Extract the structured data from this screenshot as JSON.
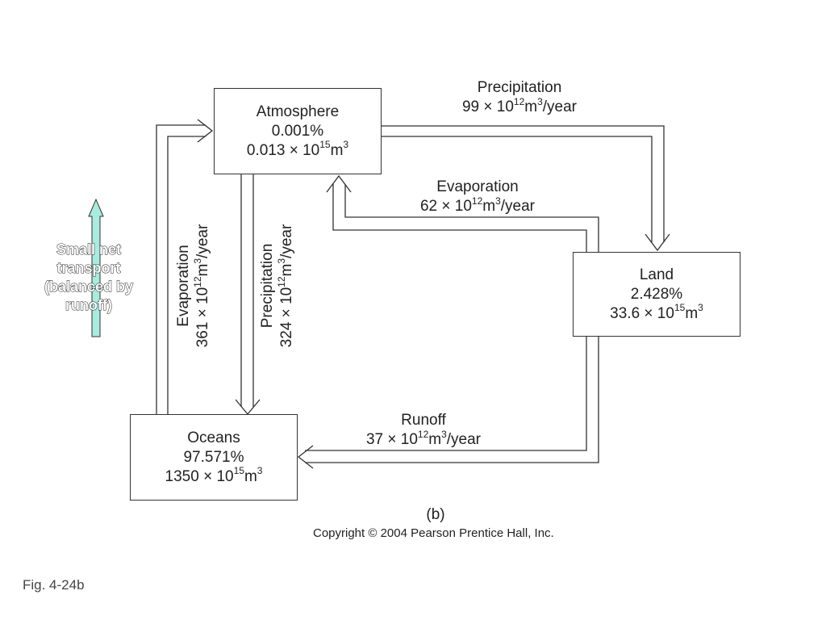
{
  "boxes": {
    "atmosphere": {
      "name": "Atmosphere",
      "percent": "0.001%",
      "volume": "0.013 × 10",
      "volume_exp": "15",
      "volume_unit": "m",
      "volume_unit_exp": "3"
    },
    "land": {
      "name": "Land",
      "percent": "2.428%",
      "volume": "33.6 × 10",
      "volume_exp": "15",
      "volume_unit": "m",
      "volume_unit_exp": "3"
    },
    "oceans": {
      "name": "Oceans",
      "percent": "97.571%",
      "volume": "1350 × 10",
      "volume_exp": "15",
      "volume_unit": "m",
      "volume_unit_exp": "3"
    }
  },
  "flows": {
    "atm_land_precip": {
      "title": "Precipitation",
      "value": "99 × 10",
      "exp": "12",
      "unit": "m",
      "unit_exp": "3",
      "per": "/year"
    },
    "land_atm_evap": {
      "title": "Evaporation",
      "value": "62 × 10",
      "exp": "12",
      "unit": "m",
      "unit_exp": "3",
      "per": "/year"
    },
    "ocean_atm_evap": {
      "title": "Evaporation",
      "value": "361 × 10",
      "exp": "12",
      "unit": "m",
      "unit_exp": "3",
      "per": "/year"
    },
    "atm_ocean_precip": {
      "title": "Precipitation",
      "value": "324 × 10",
      "exp": "12",
      "unit": "m",
      "unit_exp": "3",
      "per": "/year"
    },
    "runoff": {
      "title": "Runoff",
      "value": "37 × 10",
      "exp": "12",
      "unit": "m",
      "unit_exp": "3",
      "per": "/year"
    }
  },
  "net_transport": {
    "lines": [
      "Small net",
      "transport",
      "(balanced by",
      "runoff)"
    ],
    "arrow_color": "#a8ebe0"
  },
  "caption": "(b)",
  "copyright": "Copyright © 2004 Pearson Prentice Hall, Inc.",
  "figure_label": "Fig. 4-24b"
}
